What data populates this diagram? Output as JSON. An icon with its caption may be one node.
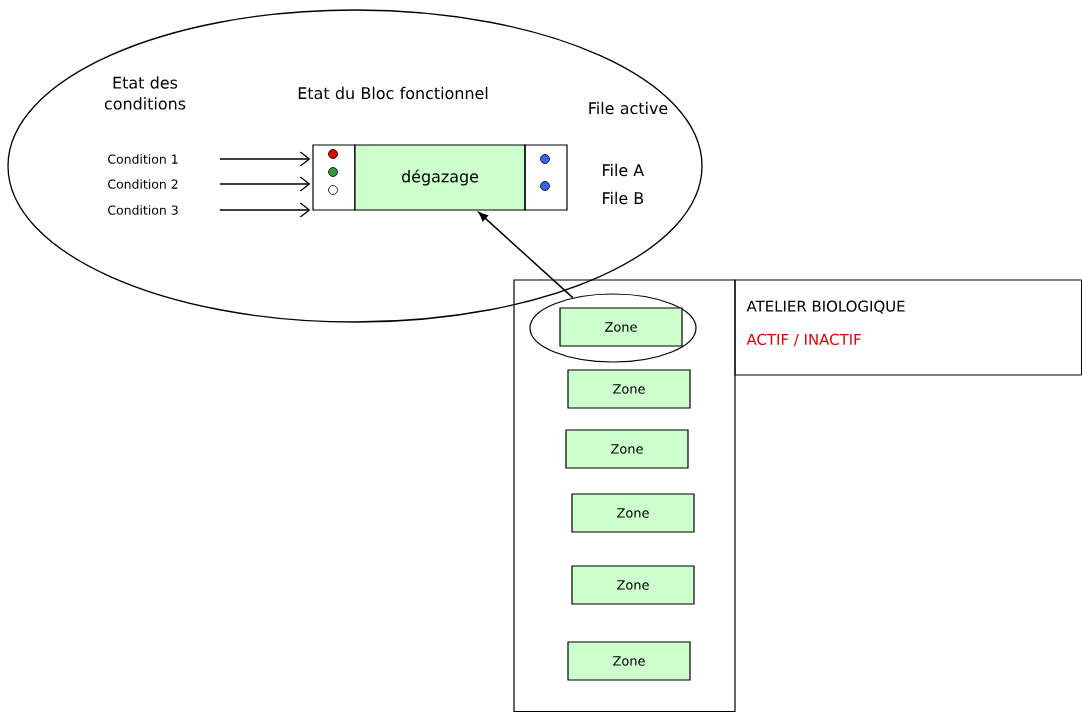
{
  "diagram": {
    "nodes": [
      {
        "text": [
          "Etat des conditions",
          "Etat du Bloc fonctionnel",
          "File active"
        ]
      },
      {
        "text": [
          "Condition 1"
        ],
        "in": 0
      },
      {
        "text": [
          "Condition 2"
        ],
        "in": 0
      },
      {
        "text": [
          "Condition 3"
        ],
        "in": 0
      },
      {
        "text": [],
        "shape": "box",
        "in": 0
      },
      {
        "text": [
          "dégazage"
        ],
        "in": 0
      },
      {
        "text": [],
        "shape": "box",
        "in": 0
      },
      {
        "text": [],
        "shape": "box"
      },
      {
        "text": [],
        "shape": "ellipse",
        "in": 7
      },
      {
        "text": [
          "Zone"
        ],
        "in": 8
      },
      {
        "text": [
          "Zone"
        ],
        "in": 7
      },
      {
        "text": [
          "Zone"
        ],
        "in": 7
      },
      {
        "text": [
          "Zone"
        ],
        "in": 7
      },
      {
        "text": [
          "Zone"
        ],
        "in": 7
      },
      {
        "text": [
          "Zone"
        ],
        "in": 7
      },
      {
        "text": [
          "ATELIER BIOLOGIQUE",
          "ACTIF / INACTIF"
        ]
      }
    ],
    "edges": [
      {
        "from": 1,
        "to": 4,
        "arrow": "to"
      },
      {
        "from": 2,
        "to": 4,
        "arrow": "to"
      },
      {
        "from": 3,
        "to": 4,
        "arrow": "to"
      },
      {
        "from": 8,
        "to": 5,
        "arrow": "to"
      }
    ],
    "labels": [
      "File A",
      "File B"
    ]
  }
}
